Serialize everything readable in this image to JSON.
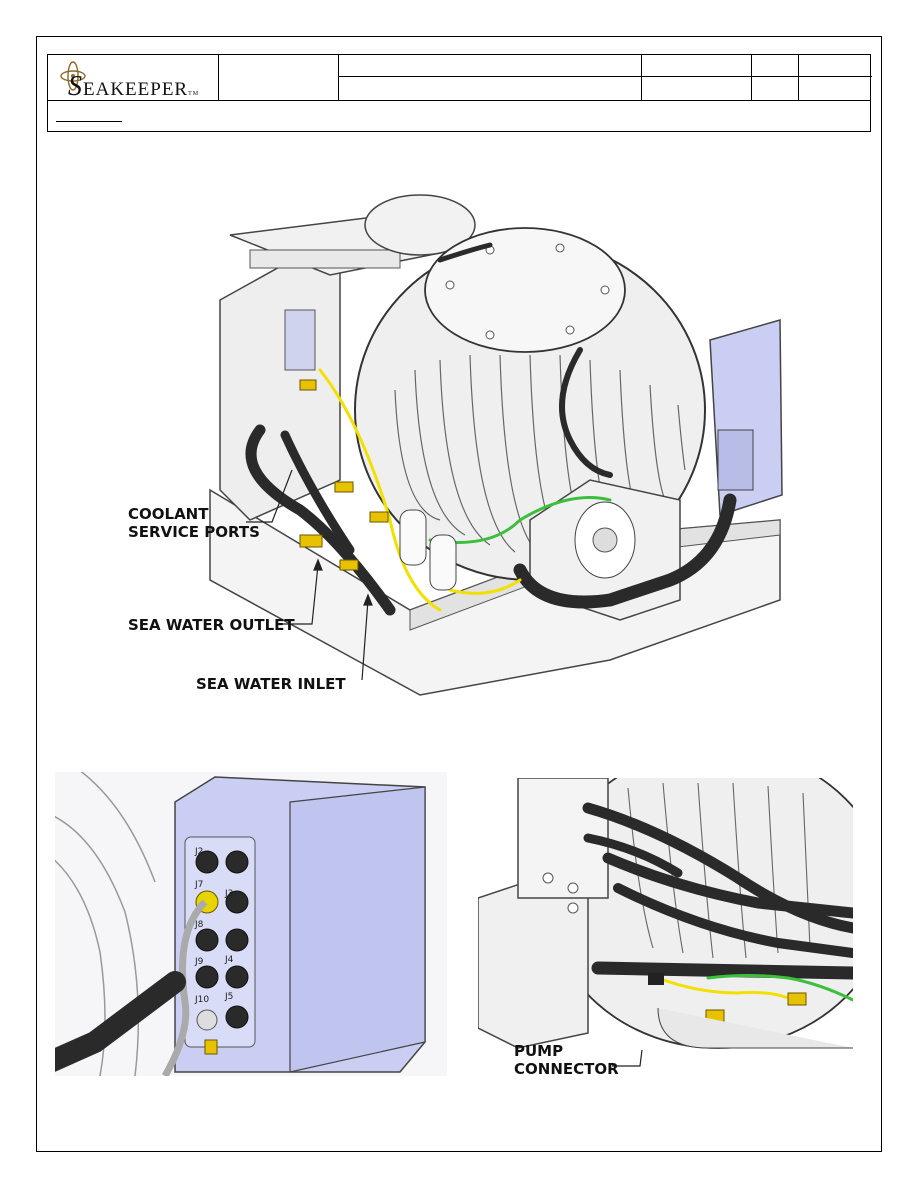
{
  "logo": {
    "initial": "S",
    "rest": "EAKEEPER",
    "tm": "TM"
  },
  "main_figure": {
    "callouts": {
      "coolant_line1": "COOLANT",
      "coolant_line2": "SERVICE PORTS",
      "sea_water_outlet": "SEA WATER OUTLET",
      "sea_water_inlet": "SEA WATER INLET"
    }
  },
  "control_box_figure": {
    "connectors": [
      "J7",
      "J2",
      "J8",
      "J3",
      "J9",
      "J4",
      "J10",
      "J5"
    ]
  },
  "pump_figure": {
    "callout_line1": "PUMP",
    "callout_line2": "CONNECTOR"
  },
  "colors": {
    "hose": "#2a2a2a",
    "wire_yellow": "#f2e000",
    "wire_green": "#3cbf3c",
    "panel_blue": "#c9cef2"
  }
}
